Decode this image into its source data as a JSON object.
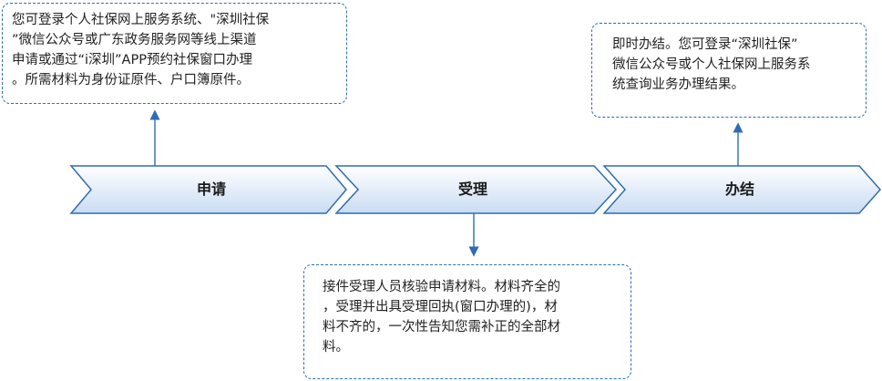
{
  "colors": {
    "accent": "#2e6db4",
    "chevron_fill_light": "#ffffff",
    "chevron_fill_dark": "#c9dcf3"
  },
  "steps": [
    {
      "label": "申请"
    },
    {
      "label": "受理"
    },
    {
      "label": "办结"
    }
  ],
  "notes": {
    "apply": "您可登录个人社保网上服务系统、\"深圳社保\n”微信公众号或广东政务服务网等线上渠道\n申请或通过“i深圳”APP预约社保窗口办理\n。所需材料为身份证原件、户口簿原件。",
    "accept": "接件受理人员核验申请材料。材料齐全的\n，受理并出具受理回执(窗口办理的)，材\n料不齐的，一次性告知您需补正的全部材\n料。",
    "result": "即时办结。您可登录“深圳社保”\n微信公众号或个人社保网上服务系\n统查询业务办理结果。"
  }
}
